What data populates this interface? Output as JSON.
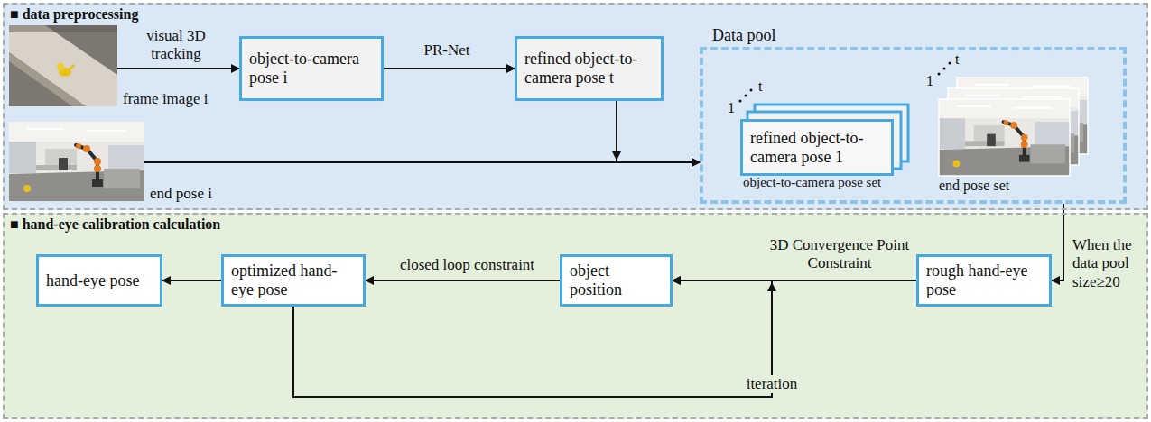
{
  "diagram": {
    "nodes": [
      {
        "text": [
          "■ data preprocessing"
        ]
      },
      {
        "text": [
          "frame image i"
        ],
        "in": 0
      },
      {
        "text": [
          "object-to-camera pose i"
        ],
        "in": 0
      },
      {
        "text": [
          "refined object-to-camera pose t"
        ],
        "in": 0
      },
      {
        "text": [
          "end pose i"
        ],
        "in": 0
      },
      {
        "text": [
          "Data pool"
        ],
        "in": 0
      },
      {
        "text": [
          "refined object-to-camera pose 1",
          "object-to-camera pose set"
        ],
        "in": 5
      },
      {
        "text": [
          "end pose set"
        ],
        "in": 5
      },
      {
        "text": [
          "■ hand-eye calibration calculation"
        ]
      },
      {
        "text": [
          "hand-eye pose"
        ],
        "in": 8
      },
      {
        "text": [
          "optimized hand-eye pose"
        ],
        "in": 8
      },
      {
        "text": [
          "object position"
        ],
        "in": 8
      },
      {
        "text": [
          "rough hand-eye pose"
        ],
        "in": 8
      }
    ],
    "edges": [
      {
        "from": 1,
        "to": 2,
        "arrow": "to",
        "label": "visual 3D tracking"
      },
      {
        "from": 2,
        "to": 3,
        "arrow": "to",
        "label": "PR-Net"
      },
      {
        "from": 3,
        "to": 5,
        "arrow": "to"
      },
      {
        "from": 4,
        "to": 5,
        "arrow": "to"
      },
      {
        "from": 5,
        "to": 12,
        "arrow": "to",
        "label": "When the data pool size≥20"
      },
      {
        "from": 12,
        "to": 11,
        "arrow": "to",
        "label": "3D Convergence Point Constraint"
      },
      {
        "from": 11,
        "to": 10,
        "arrow": "to",
        "label": "closed loop constraint"
      },
      {
        "from": 10,
        "to": 9,
        "arrow": "to"
      },
      {
        "from": 10,
        "to": 11,
        "arrow": "to",
        "label": "iteration"
      }
    ],
    "labels": [
      "1",
      "t",
      "1",
      "t"
    ]
  }
}
